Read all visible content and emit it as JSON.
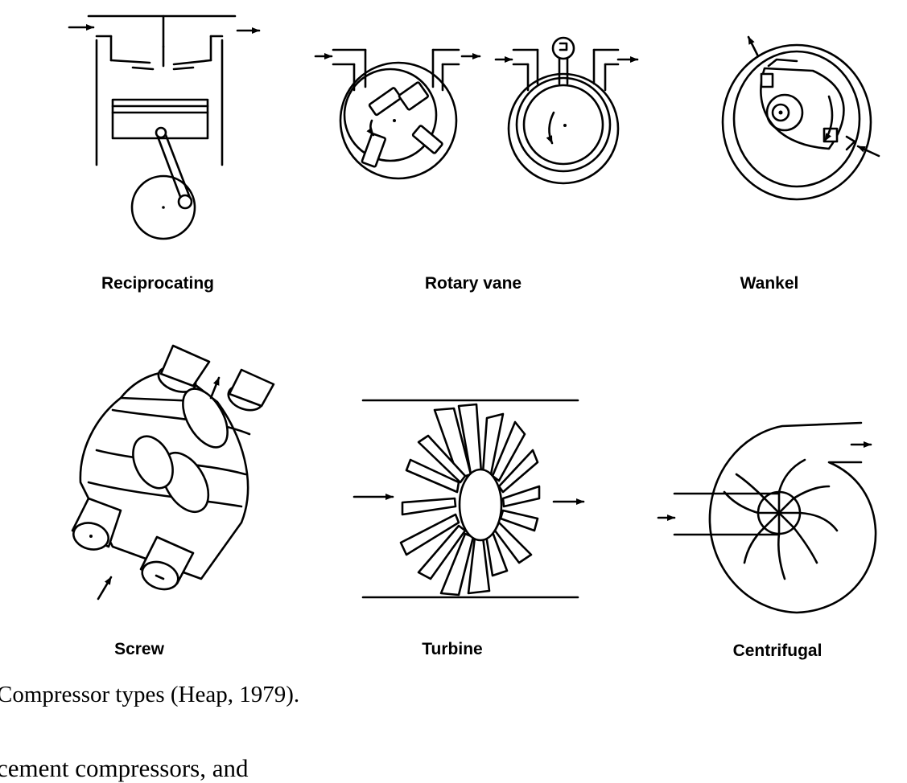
{
  "labels": {
    "reciprocating": "Reciprocating",
    "rotary_vane": "Rotary  vane",
    "wankel": "Wankel",
    "screw": "Screw",
    "turbine": "Turbine",
    "centrifugal": "Centrifugal"
  },
  "caption": "Compressor types (Heap, 1979).",
  "body_fragment": "cement compressors, and"
}
